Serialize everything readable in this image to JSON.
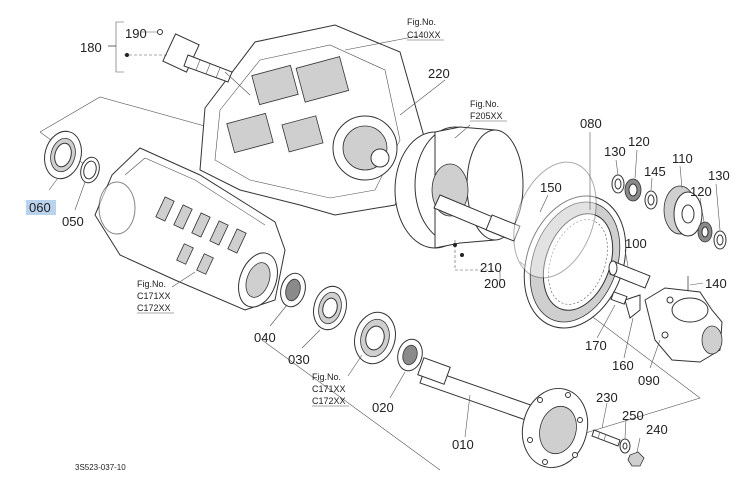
{
  "labels": {
    "p010": "010",
    "p020": "020",
    "p030": "030",
    "p040": "040",
    "p050": "050",
    "p060": "060",
    "p080": "080",
    "p090": "090",
    "p100": "100",
    "p110": "110",
    "p120a": "120",
    "p120b": "120",
    "p130a": "130",
    "p130b": "130",
    "p140": "140",
    "p145": "145",
    "p150": "150",
    "p160": "160",
    "p170": "170",
    "p180": "180",
    "p190": "190",
    "p200": "200",
    "p210": "210",
    "p220": "220",
    "p230": "230",
    "p240": "240",
    "p250": "250"
  },
  "figrefs": {
    "c140": {
      "title": "Fig.No.",
      "lines": [
        "C140XX"
      ]
    },
    "f205": {
      "title": "Fig.No.",
      "lines": [
        "F205XX"
      ]
    },
    "c171a": {
      "title": "Fig.No.",
      "lines": [
        "C171XX",
        "C172XX"
      ]
    },
    "c171b": {
      "title": "Fig.No.",
      "lines": [
        "C171XX",
        "C172XX"
      ]
    }
  },
  "highlighted_part": "060",
  "highlight_color": "#b9d3ee",
  "doc_id": "3S523-037-10"
}
